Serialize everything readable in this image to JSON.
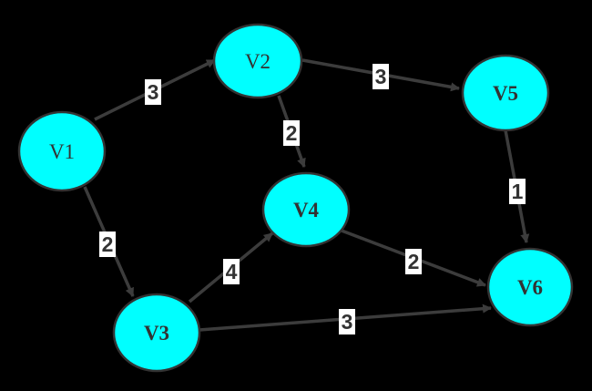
{
  "colors": {
    "background": "#000000",
    "node_fill": "#00ffff",
    "node_stroke": "#333333",
    "edge": "#3c3c3c",
    "label_bg": "#ffffff",
    "text": "#333333"
  },
  "nodes": [
    {
      "id": "V1",
      "label": "V1",
      "bold": false
    },
    {
      "id": "V2",
      "label": "V2",
      "bold": false
    },
    {
      "id": "V3",
      "label": "V3",
      "bold": true
    },
    {
      "id": "V4",
      "label": "V4",
      "bold": true
    },
    {
      "id": "V5",
      "label": "V5",
      "bold": true
    },
    {
      "id": "V6",
      "label": "V6",
      "bold": true
    }
  ],
  "edges": [
    {
      "from": "V1",
      "to": "V2",
      "weight": "3"
    },
    {
      "from": "V1",
      "to": "V3",
      "weight": "2"
    },
    {
      "from": "V2",
      "to": "V5",
      "weight": "3"
    },
    {
      "from": "V2",
      "to": "V4",
      "weight": "2"
    },
    {
      "from": "V3",
      "to": "V4",
      "weight": "4"
    },
    {
      "from": "V3",
      "to": "V6",
      "weight": "3"
    },
    {
      "from": "V4",
      "to": "V6",
      "weight": "2"
    },
    {
      "from": "V5",
      "to": "V6",
      "weight": "1"
    }
  ]
}
